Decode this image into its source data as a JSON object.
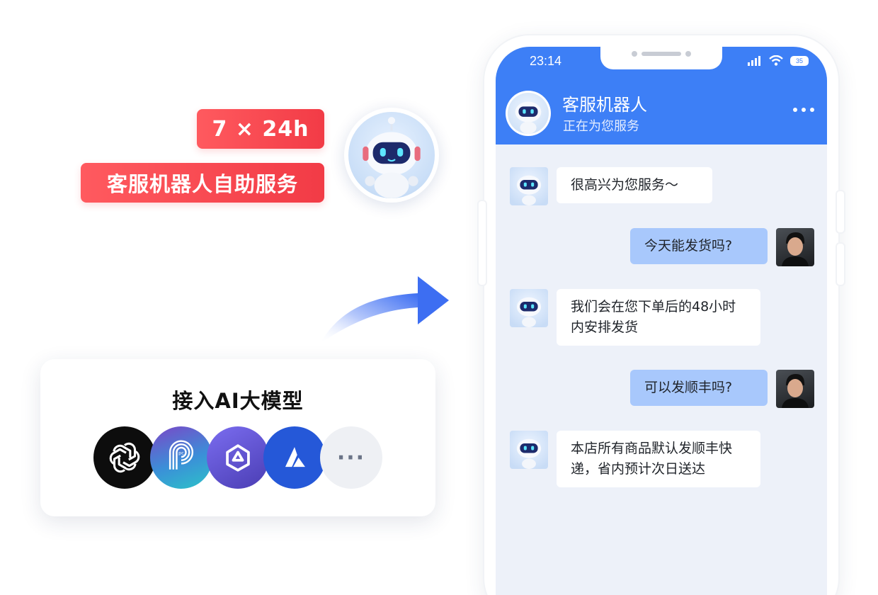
{
  "promo": {
    "tag_hours": "7 × 24h",
    "tag_service": "客服机器人自助服务"
  },
  "ai_card": {
    "title": "接入AI大模型",
    "more_label": "···",
    "logos": [
      "openai-logo-icon",
      "pc-logo-icon",
      "qwen-logo-icon",
      "azure-logo-icon",
      "more-icon"
    ]
  },
  "phone": {
    "status_bar": {
      "time": "23:14",
      "battery": "35"
    },
    "header": {
      "name": "客服机器人",
      "status": "正在为您服务"
    },
    "messages": [
      {
        "from": "bot",
        "text": "很高兴为您服务～"
      },
      {
        "from": "user",
        "text": "今天能发货吗?"
      },
      {
        "from": "bot",
        "text": "我们会在您下单后的48小时内安排发货"
      },
      {
        "from": "user",
        "text": "可以发顺丰吗?"
      },
      {
        "from": "bot",
        "text": "本店所有商品默认发顺丰快递，省内预计次日送达"
      }
    ]
  },
  "colors": {
    "accent": "#3d7ff6",
    "tag_red": "#f23b46",
    "user_bubble": "#a8c8fc",
    "chat_bg": "#edf1f9"
  }
}
